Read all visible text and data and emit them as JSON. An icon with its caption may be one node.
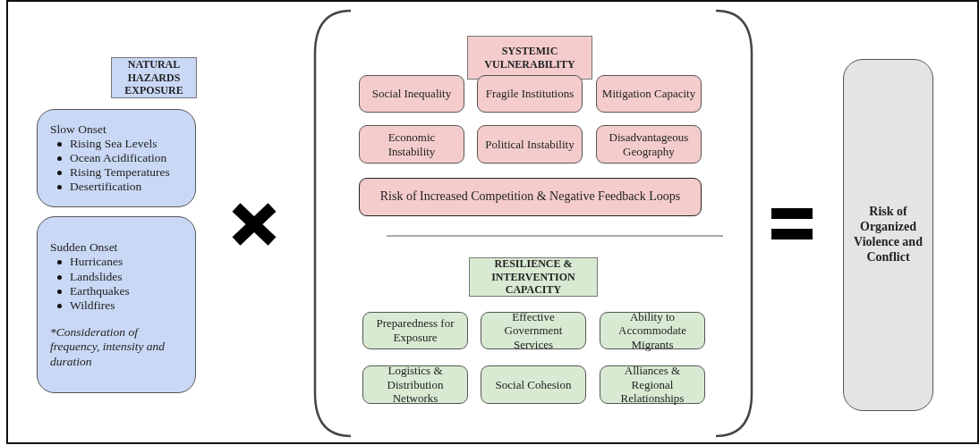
{
  "diagram": {
    "nodes": [
      {
        "text": [
          "NATURAL HAZARDS EXPOSURE"
        ]
      },
      {
        "text": [
          "Slow Onset",
          "Rising Sea Levels",
          "Ocean Acidification",
          "Rising Temperatures",
          "Desertification"
        ]
      },
      {
        "text": [
          "Sudden Onset",
          "Hurricanes",
          "Landslides",
          "Earthquakes",
          "Wildfires",
          "*Consideration of frequency, intensity and duration"
        ]
      },
      {
        "text": [
          "SYSTEMIC VULNERABILITY"
        ]
      },
      {
        "text": [
          "Social Inequality"
        ]
      },
      {
        "text": [
          "Fragile Institutions"
        ]
      },
      {
        "text": [
          "Mitigation Capacity"
        ]
      },
      {
        "text": [
          "Economic Instability"
        ]
      },
      {
        "text": [
          "Political Instability"
        ]
      },
      {
        "text": [
          "Disadvantageous Geography"
        ]
      },
      {
        "text": [
          "Risk of Increased Competition & Negative Feedback Loops"
        ]
      },
      {
        "text": [
          "RESILIENCE & INTERVENTION CAPACITY"
        ]
      },
      {
        "text": [
          "Preparedness for Exposure"
        ]
      },
      {
        "text": [
          "Effective Government Services"
        ]
      },
      {
        "text": [
          "Ability to Accommodate Migrants"
        ]
      },
      {
        "text": [
          "Logistics & Distribution Networks"
        ]
      },
      {
        "text": [
          "Social Cohesion"
        ]
      },
      {
        "text": [
          "Alliances & Regional Relationships"
        ]
      },
      {
        "text": [
          "Risk of Organized Violence and Conflict"
        ]
      }
    ],
    "edges": []
  }
}
